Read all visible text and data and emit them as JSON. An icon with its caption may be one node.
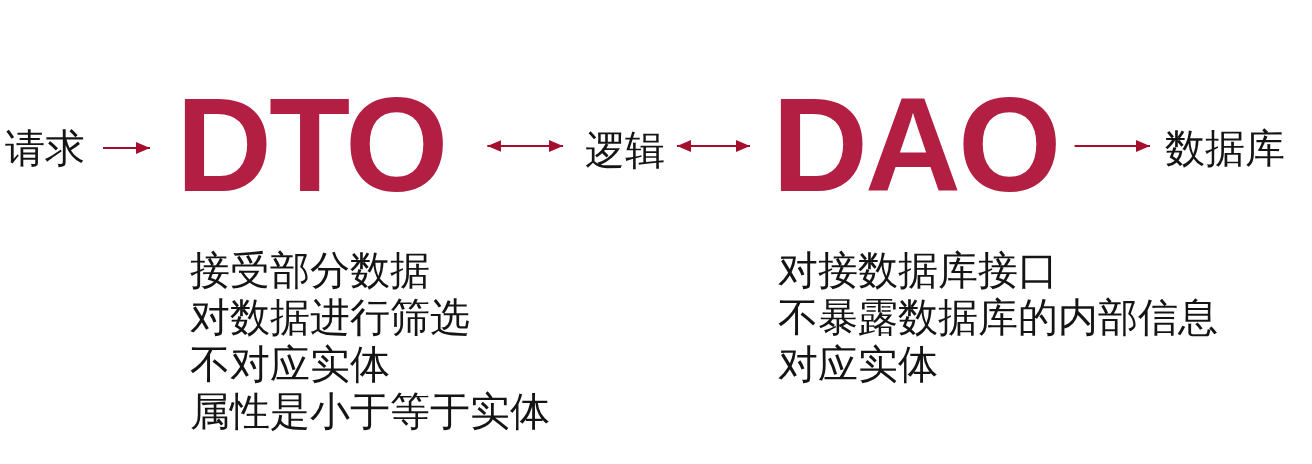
{
  "diagram": {
    "nodes": [
      {
        "text": [
          "请求"
        ]
      },
      {
        "text": [
          "DTO"
        ],
        "beside": [
          "接受部分数据",
          "对数据进行筛选",
          "不对应实体",
          "属性是小于等于实体"
        ]
      },
      {
        "text": [
          "逻辑"
        ]
      },
      {
        "text": [
          "DAO"
        ],
        "beside": [
          "对接数据库接口",
          "不暴露数据库的内部信息",
          "对应实体"
        ]
      },
      {
        "text": [
          "数据库"
        ]
      }
    ],
    "edges": [
      {
        "from": 0,
        "to": 1,
        "arrow": "to"
      },
      {
        "from": 1,
        "to": 2,
        "arrow": "both"
      },
      {
        "from": 2,
        "to": 3,
        "arrow": "both"
      },
      {
        "from": 3,
        "to": 4,
        "arrow": "to"
      }
    ]
  }
}
